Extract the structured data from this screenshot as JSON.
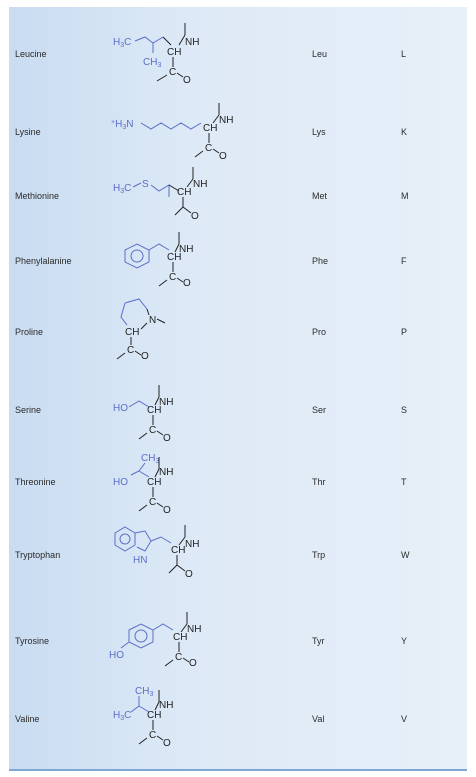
{
  "amino_acids": [
    {
      "name": "Leucine",
      "abbr3": "Leu",
      "abbr1": "L"
    },
    {
      "name": "Lysine",
      "abbr3": "Lys",
      "abbr1": "K"
    },
    {
      "name": "Methionine",
      "abbr3": "Met",
      "abbr1": "M"
    },
    {
      "name": "Phenylalanine",
      "abbr3": "Phe",
      "abbr1": "F"
    },
    {
      "name": "Proline",
      "abbr3": "Pro",
      "abbr1": "P"
    },
    {
      "name": "Serine",
      "abbr3": "Ser",
      "abbr1": "S"
    },
    {
      "name": "Threonine",
      "abbr3": "Thr",
      "abbr1": "T"
    },
    {
      "name": "Tryptophan",
      "abbr3": "Trp",
      "abbr1": "W"
    },
    {
      "name": "Tyrosine",
      "abbr3": "Tyr",
      "abbr1": "Y"
    },
    {
      "name": "Valine",
      "abbr3": "Val",
      "abbr1": "V"
    }
  ],
  "structure_labels": {
    "nh": "NH",
    "ch": "CH",
    "c": "C",
    "o": "O",
    "n": "N",
    "h3c": "H3C",
    "ch3": "CH3",
    "h3n_plus": "+H3N",
    "s": "S",
    "ho": "HO",
    "hn": "HN"
  }
}
